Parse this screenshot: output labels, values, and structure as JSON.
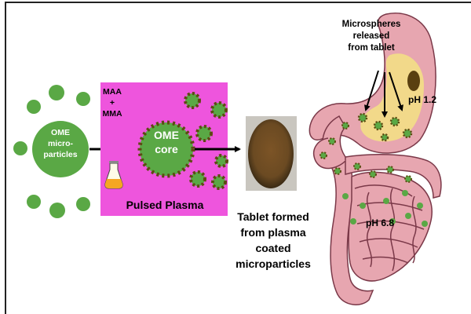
{
  "particle": {
    "line1": "OME",
    "line2": "micro-",
    "line3": "particles"
  },
  "plasma": {
    "monomer1": "MAA",
    "plus": "+",
    "monomer2": "MMA",
    "core_line1": "OME",
    "core_line2": "core",
    "label": "Pulsed Plasma"
  },
  "tablet": {
    "line1": "Tablet formed",
    "line2": "from plasma",
    "line3": "coated",
    "line4": "microparticles"
  },
  "gi": {
    "release_line1": "Microspheres",
    "release_line2": "released",
    "release_line3": "from tablet",
    "stomach_ph": "pH 1.2",
    "intestine_ph": "pH 6.8"
  },
  "colors": {
    "particle_green": "#5aa845",
    "plasma_magenta": "#ee55dd",
    "coating_brown": "#5d4a12",
    "tissue_pink": "#e7a6b0",
    "stomach_content": "#f2d98a",
    "tablet_brown": "#6b4a22"
  }
}
